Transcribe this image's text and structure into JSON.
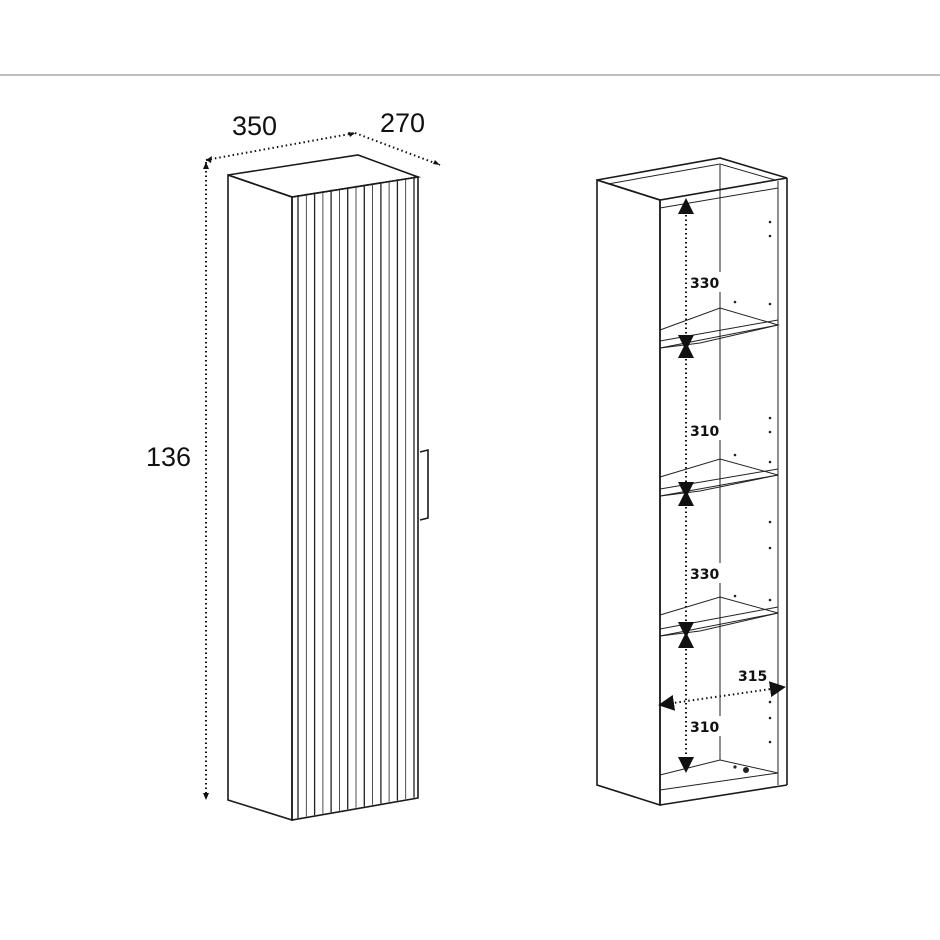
{
  "closed_cabinet": {
    "width_label": "350",
    "depth_label": "270",
    "height_label": "136"
  },
  "open_cabinet": {
    "shelf_heights": [
      "330",
      "310",
      "330",
      "310"
    ],
    "inner_width_label": "315"
  }
}
